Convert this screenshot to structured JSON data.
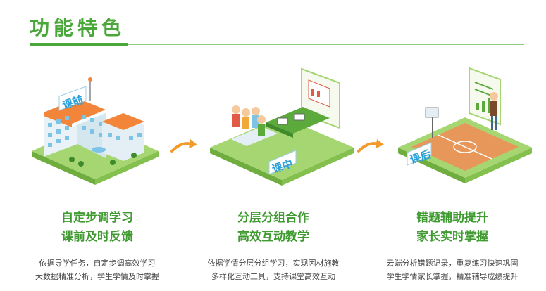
{
  "section": {
    "title": "功能特色"
  },
  "features": [
    {
      "badge": "课前",
      "heading1": "自定步调学习",
      "heading2": "课前及时反馈",
      "desc1": "依据导学任务，自定步调高效学习",
      "desc2": "大数据精准分析，学生学情及时掌握"
    },
    {
      "badge": "课中",
      "heading1": "分层分组合作",
      "heading2": "高效互动教学",
      "desc1": "依据学情分层分组学习，实现因材施教",
      "desc2": "多样化互动工具，支持课堂高效互动"
    },
    {
      "badge": "课后",
      "heading1": "错题辅助提升",
      "heading2": "家长实时掌握",
      "desc1": "云端分析错题记录，重复练习快速巩固",
      "desc2": "学生学情家长掌握，精准辅导成绩提升"
    }
  ],
  "colors": {
    "accent": "#4aa83a",
    "accent_light": "#8fc97e",
    "arrow": "#f39a2b",
    "badge_text": "#2a9fd8"
  }
}
